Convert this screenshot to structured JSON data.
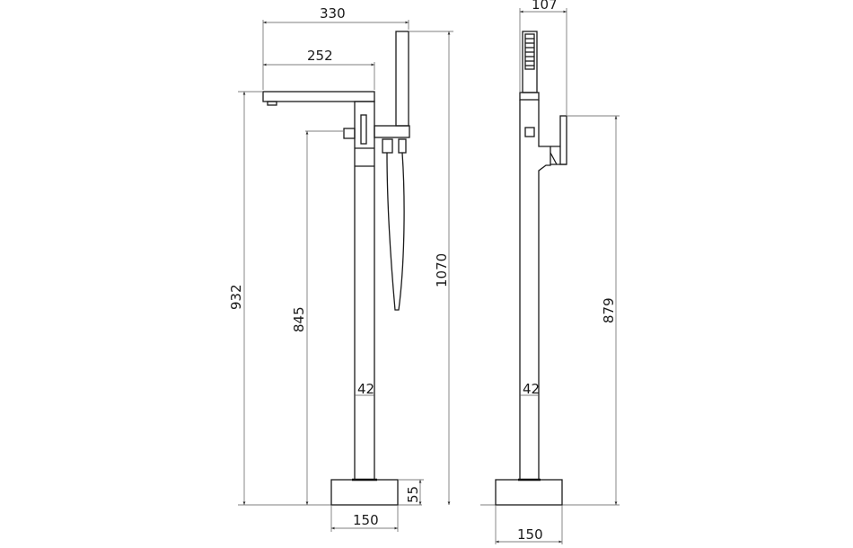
{
  "front_view": {
    "dimensions": {
      "total_reach": "330",
      "spout_reach": "252",
      "spout_height": "932",
      "handle_height": "845",
      "total_height": "1070",
      "column_diameter": "42",
      "base_height": "55",
      "base_width": "150"
    }
  },
  "side_view": {
    "dimensions": {
      "depth": "107",
      "lever_height": "879",
      "column_diameter": "42",
      "base_width": "150"
    }
  }
}
